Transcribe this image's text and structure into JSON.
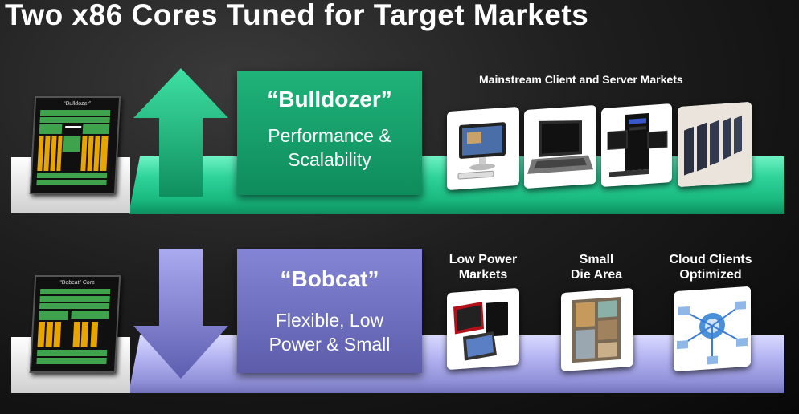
{
  "title": "Two x86 Cores Tuned for Target Markets",
  "bulldozer": {
    "name": "“Bulldozer”",
    "desc_line1": "Performance &",
    "desc_line2": "Scalability",
    "chip_label": "“Bulldozer”",
    "markets_title": "Mainstream Client and Server Markets",
    "color": "#19b97f"
  },
  "bobcat": {
    "name": "“Bobcat”",
    "desc_line1": "Flexible, Low",
    "desc_line2": "Power & Small",
    "chip_label": "“Bobcat” Core",
    "labels": [
      {
        "line1": "Low Power",
        "line2": "Markets"
      },
      {
        "line1": "Small",
        "line2": "Die Area"
      },
      {
        "line1": "Cloud Clients",
        "line2": "Optimized"
      }
    ],
    "color": "#8585d6"
  },
  "icons": {
    "up_arrow": "up-arrow-icon",
    "down_arrow": "down-arrow-icon"
  }
}
